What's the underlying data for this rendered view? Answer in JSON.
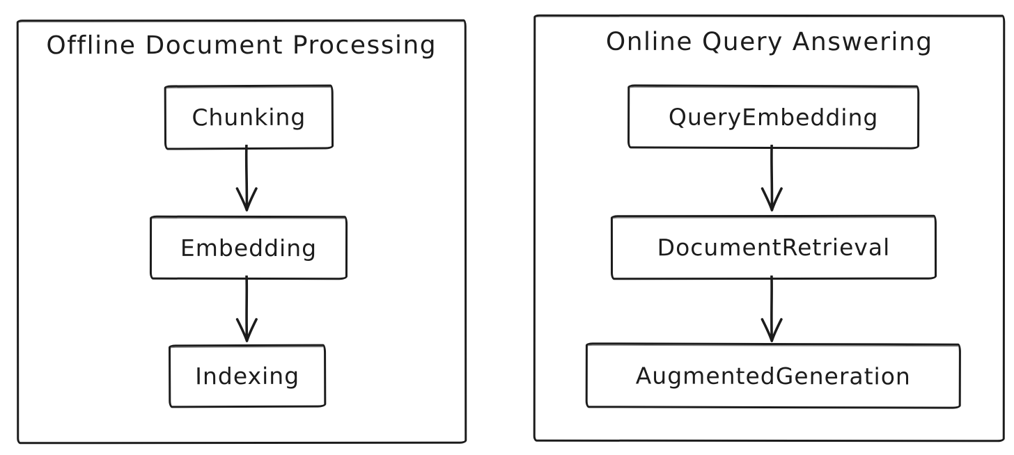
{
  "colors": {
    "stroke": "#1c1c1c",
    "background": "#ffffff"
  },
  "panels": [
    {
      "title": "Offline Document Processing",
      "nodes": [
        "Chunking",
        "Embedding",
        "Indexing"
      ],
      "edges": [
        [
          "Chunking",
          "Embedding"
        ],
        [
          "Embedding",
          "Indexing"
        ]
      ]
    },
    {
      "title": "Online Query Answering",
      "nodes": [
        "QueryEmbedding",
        "DocumentRetrieval",
        "AugmentedGeneration"
      ],
      "edges": [
        [
          "QueryEmbedding",
          "DocumentRetrieval"
        ],
        [
          "DocumentRetrieval",
          "AugmentedGeneration"
        ]
      ]
    }
  ]
}
